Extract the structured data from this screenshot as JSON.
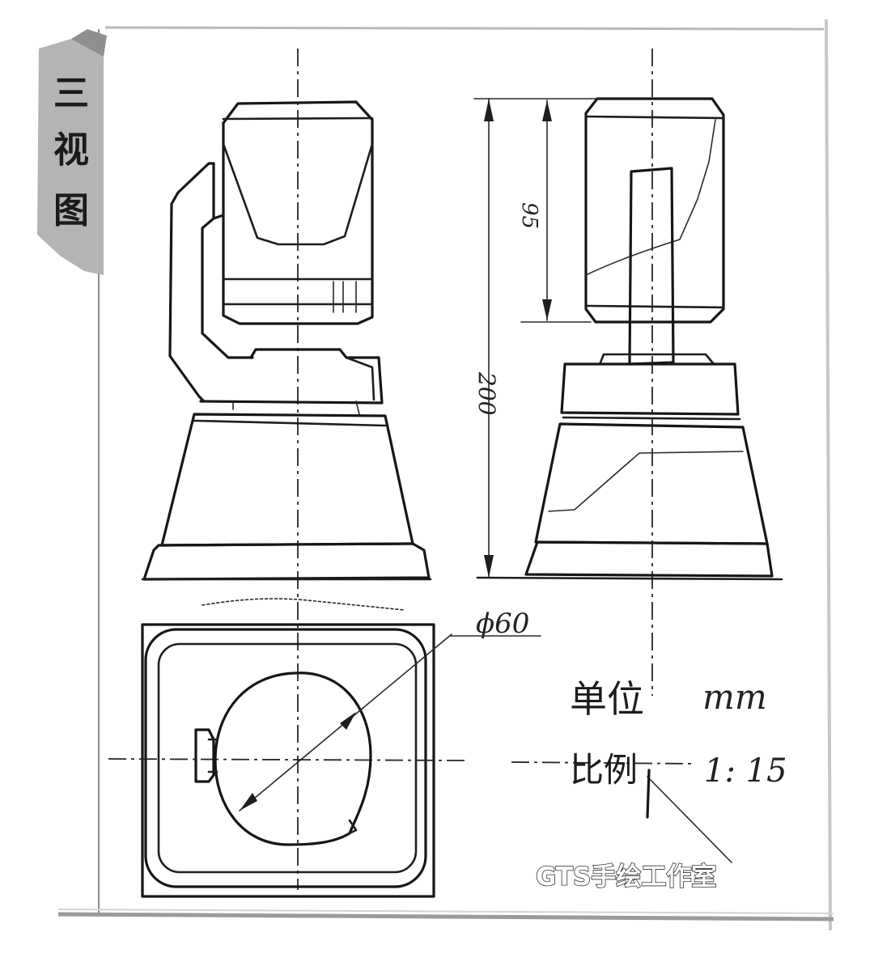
{
  "sheet": {
    "title_tab": [
      "三",
      "视",
      "图"
    ],
    "dimensions": {
      "overall_height": "200",
      "head_height": "95",
      "diameter": "ϕ60"
    },
    "notes": {
      "unit_label": "单位",
      "unit_value": "mm",
      "scale_label": "比例",
      "scale_value": "1: 15"
    },
    "watermark": "GTS手绘工作室"
  }
}
